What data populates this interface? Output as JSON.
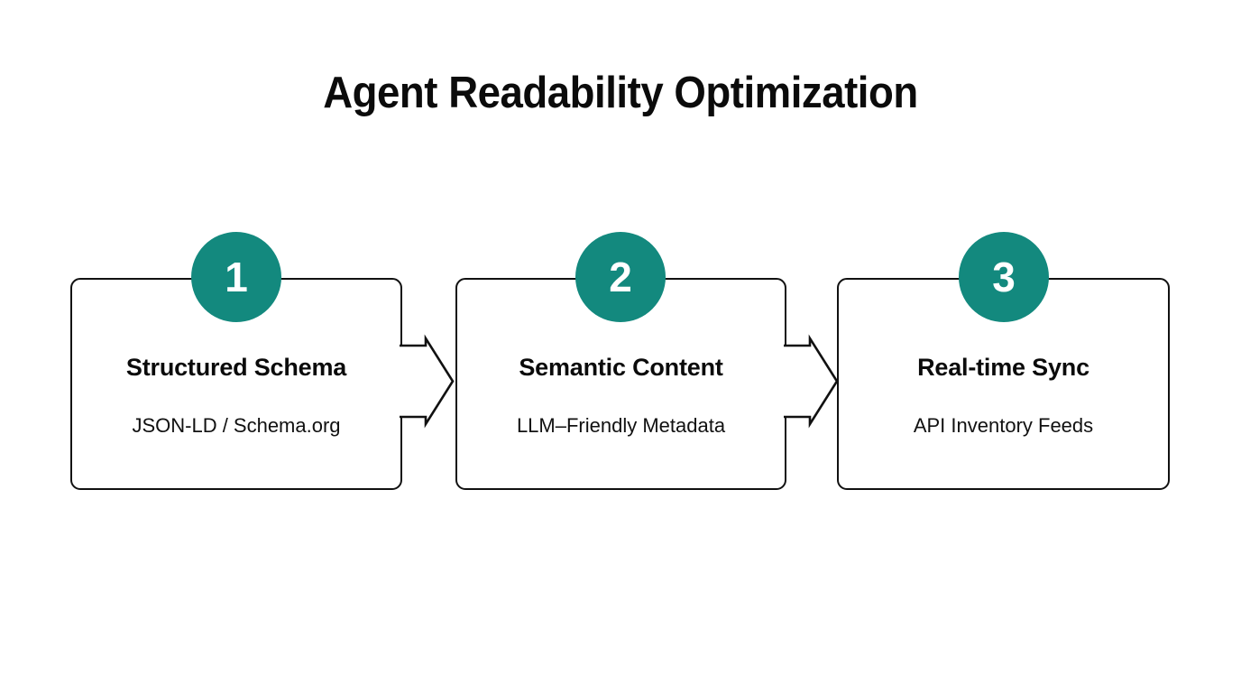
{
  "slide": {
    "background_color": "#ffffff",
    "title": "Agent Readability Optimization",
    "accent_color": "#13897e",
    "border_color": "#111111",
    "text_color": "#0b0b0b"
  },
  "steps": [
    {
      "number": "1",
      "title": "Structured Schema",
      "subtitle": "JSON-LD / Schema.org"
    },
    {
      "number": "2",
      "title": "Semantic Content",
      "subtitle": "LLM–Friendly Metadata"
    },
    {
      "number": "3",
      "title": "Real-time Sync",
      "subtitle": "API Inventory Feeds"
    }
  ],
  "connectors": [
    {
      "icon": "right-block-arrow-icon",
      "from": "1",
      "to": "2"
    },
    {
      "icon": "right-block-arrow-icon",
      "from": "2",
      "to": "3"
    }
  ]
}
